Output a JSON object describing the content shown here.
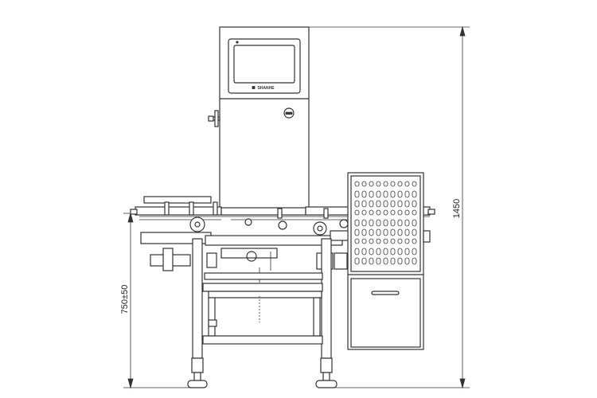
{
  "dimensions": {
    "overall_height": "1450",
    "working_height": "750±50"
  },
  "screen": {
    "brand_label": "SHANHE"
  },
  "colors": {
    "line": "#333333",
    "background": "#ffffff"
  }
}
